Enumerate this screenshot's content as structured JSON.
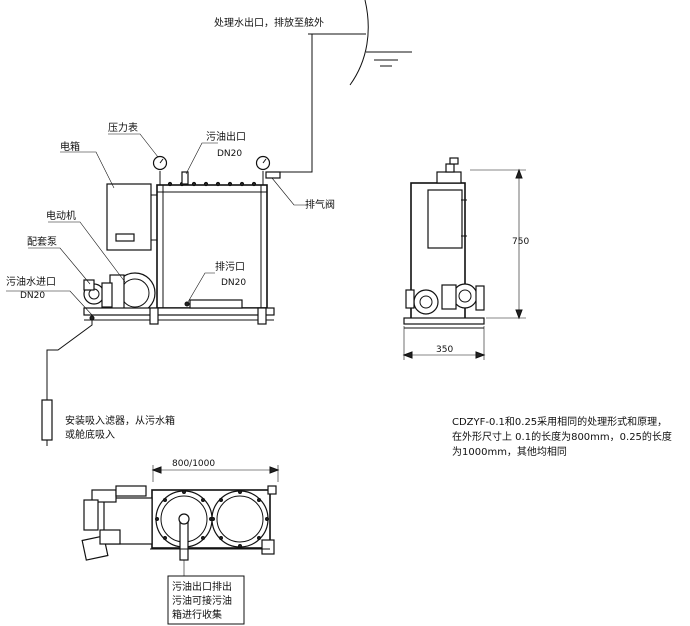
{
  "labels": {
    "outlet_top": "处理水出口，排放至舷外",
    "pressure_gauge": "压力表",
    "dirty_oil_outlet": "污油出口",
    "dirty_oil_outlet_dn": "DN20",
    "electric_box": "电箱",
    "motor": "电动机",
    "pump": "配套泵",
    "exhaust_valve": "排气阀",
    "sewage_inlet": "污油水进口",
    "sewage_inlet_dn": "DN20",
    "drain_outlet": "排污口",
    "drain_outlet_dn": "DN20",
    "suction_filter_line1": "安装吸入滤器，从污水箱",
    "suction_filter_line2": "或舱底吸入",
    "dim_height": "750",
    "dim_side_width": "350",
    "dim_top_width": "800/1000",
    "note_line1": "CDZYF-0.1和0.25采用相同的处理形式和原理，",
    "note_line2": "在外形尺寸上 0.1的长度为800mm，0.25的长度",
    "note_line3": "为1000mm，其他均相同",
    "callout_line1": "污油出口排出",
    "callout_line2": "污油可接污油",
    "callout_line3": "箱进行收集"
  }
}
